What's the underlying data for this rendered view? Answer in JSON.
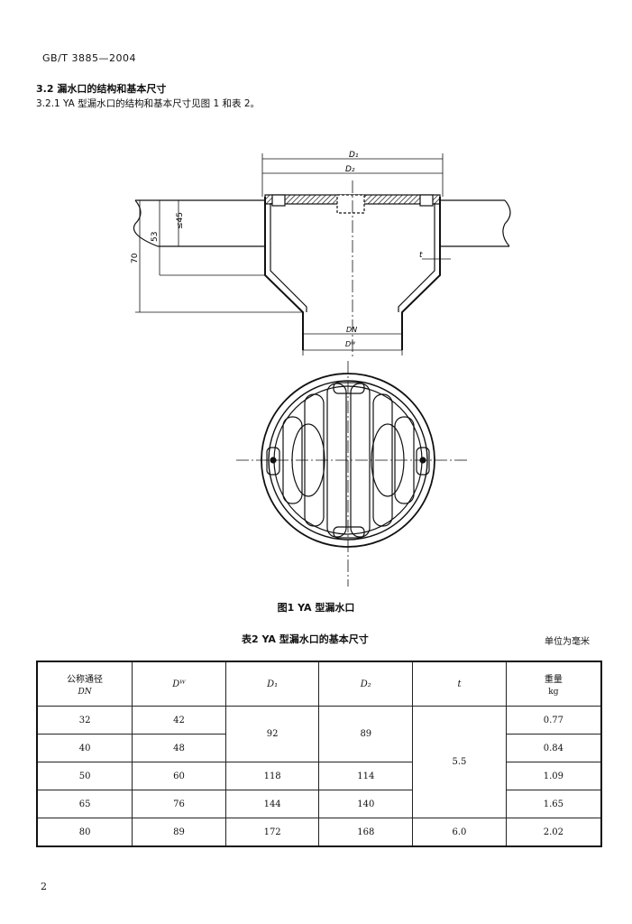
{
  "header": {
    "std_code": "GB/T 3885—2004"
  },
  "section": {
    "heading": "3.2  漏水口的结构和基本尺寸",
    "body": "3.2.1  YA 型漏水口的结构和基本尺寸见图 1 和表 2。"
  },
  "figure": {
    "caption": "图1  YA 型漏水口",
    "labels": {
      "d1": "D₁",
      "d2": "D₂",
      "h70": "70",
      "h53": "53",
      "h45": "≤45",
      "t": "t",
      "dn": "DN",
      "dw": "Dᵂ"
    }
  },
  "table": {
    "caption": "表2  YA 型漏水口的基本尺寸",
    "unit": "单位为毫米",
    "headers": {
      "dn": "公称通径",
      "dn_sub": "DN",
      "dw": "Dᵂ",
      "d1": "D₁",
      "d2": "D₂",
      "t": "t",
      "mass": "重量",
      "mass_sub": "kg"
    },
    "rows": [
      {
        "dn": "32",
        "dw": "42",
        "mass": "0.77"
      },
      {
        "dn": "40",
        "dw": "48",
        "mass": "0.84"
      },
      {
        "dn": "50",
        "dw": "60",
        "d1": "118",
        "d2": "114",
        "mass": "1.09"
      },
      {
        "dn": "65",
        "dw": "76",
        "d1": "144",
        "d2": "140",
        "mass": "1.65"
      },
      {
        "dn": "80",
        "dw": "89",
        "d1": "172",
        "d2": "168",
        "t": "6.0",
        "mass": "2.02"
      }
    ],
    "merged": {
      "d1_32_40": "92",
      "d2_32_40": "89",
      "t_32_65": "5.5"
    }
  },
  "footer": {
    "page_number": "2"
  }
}
